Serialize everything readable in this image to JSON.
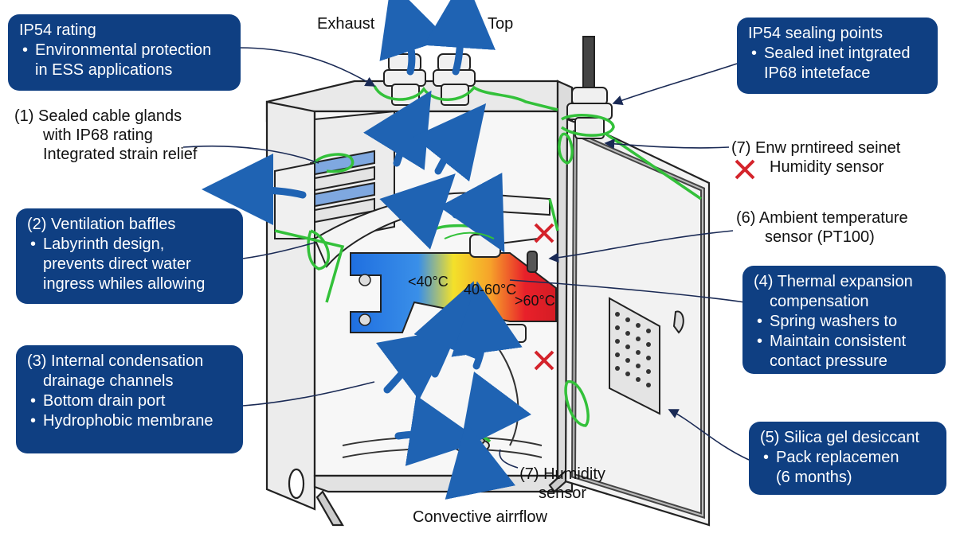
{
  "colors": {
    "callout_bg": "#0f3f82",
    "arrow": "#1f63b3",
    "seal_green": "#33c13a",
    "cross_red": "#d4232b",
    "cold": "#1f6fe0",
    "warm": "#f3e12a",
    "hot": "#e8202a"
  },
  "labels": {
    "exhaust": "Exhaust",
    "top": "Top",
    "convective": "Convective airrflow",
    "humidity_bottom_line1": "(7) Humidity",
    "humidity_bottom_line2": "sensor",
    "temp_cold": "<40°C",
    "temp_mid": "40-60°C",
    "temp_hot": ">60°C"
  },
  "callouts": {
    "ip54_rating": {
      "title": "IP54 rating",
      "bullet": "Environmental protection",
      "cont": "in ESS applications"
    },
    "ip54_sealing": {
      "title": "IP54 sealing points",
      "bullet": "Sealed inet intgrated",
      "cont": "IP68  inteteface"
    },
    "glands": {
      "line1": "(1) Sealed cable glands",
      "line2": "with IP68 rating",
      "line3": "Integrated strain relief"
    },
    "baffles": {
      "title": "(2) Ventilation baffles",
      "bullet": "Labyrinth design,",
      "cont1": "prevents direct water",
      "cont2": "ingress whiles allowing"
    },
    "drainage": {
      "title1": "(3) Internal condensation",
      "title2": "drainage channels",
      "bullet1": "Bottom drain port",
      "bullet2": "Hydrophobic membrane"
    },
    "thermal": {
      "title1": "(4) Thermal expansion",
      "title2": "compensation",
      "bullet1": "Spring washers to",
      "bullet2": "Maintain consistent",
      "cont": "contact pressure"
    },
    "silica": {
      "title": "(5) Silica gel desiccant",
      "bullet": "Pack replacemen",
      "cont": "(6 months)"
    },
    "ambient": {
      "line1": "(6) Ambient temperature",
      "line2": "sensor (PT100)"
    },
    "enw": {
      "line1": "(7) Enw prntireed seinet",
      "line2": "Humidity sensor"
    }
  }
}
